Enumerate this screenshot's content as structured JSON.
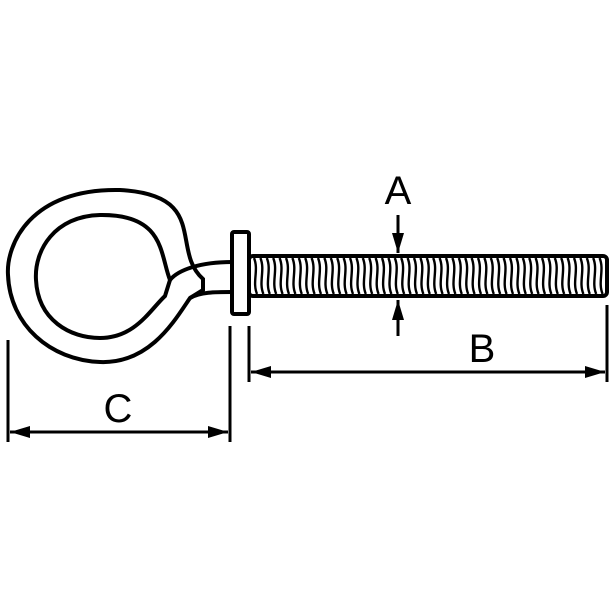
{
  "labels": {
    "thread_diameter": "A",
    "thread_length": "B",
    "eye_width": "C"
  },
  "colors": {
    "line": "#000000",
    "fill": "#ffffff"
  },
  "parts": [
    "eye-ring",
    "collar",
    "threaded-shank",
    "dimension-arrows"
  ]
}
